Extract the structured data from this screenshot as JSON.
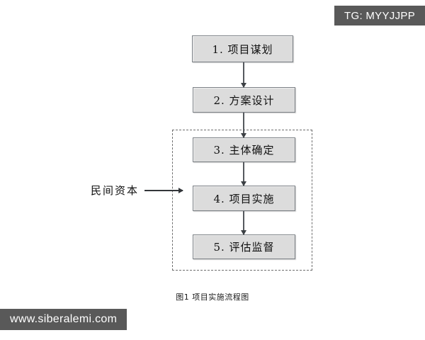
{
  "figure": {
    "caption": "图1 项目实施流程图",
    "nodes": [
      {
        "label": "1. 项目谋划"
      },
      {
        "label": "2. 方案设计"
      },
      {
        "label": "3. 主体确定"
      },
      {
        "label": "4. 项目实施"
      },
      {
        "label": "5. 评估监督"
      }
    ],
    "annotation": {
      "label": "民间资本",
      "arrow_icon": "arrow-right-icon"
    },
    "group_region": {
      "style": "dashed",
      "contains": [
        "3. 主体确定",
        "4. 项目实施",
        "5. 评估监督"
      ]
    },
    "connectors": [
      {
        "from": "1. 项目谋划",
        "to": "2. 方案设计",
        "icon": "arrow-down-icon"
      },
      {
        "from": "2. 方案设计",
        "to": "3. 主体确定",
        "icon": "arrow-down-icon"
      },
      {
        "from": "3. 主体确定",
        "to": "4. 项目实施",
        "icon": "arrow-down-icon"
      },
      {
        "from": "4. 项目实施",
        "to": "5. 评估监督",
        "icon": "arrow-down-icon"
      }
    ]
  },
  "watermarks": {
    "top_right": "TG: MYYJJPP",
    "bottom_left": "www.siberalemi.com"
  },
  "colors": {
    "node_fill": "#dcdcdc",
    "node_border": "#7b8085",
    "dashed_border": "#6e6e6e",
    "connector": "#55595e",
    "watermark_bg": "#595959",
    "watermark_text": "#ffffff",
    "page_bg": "#ffffff"
  }
}
